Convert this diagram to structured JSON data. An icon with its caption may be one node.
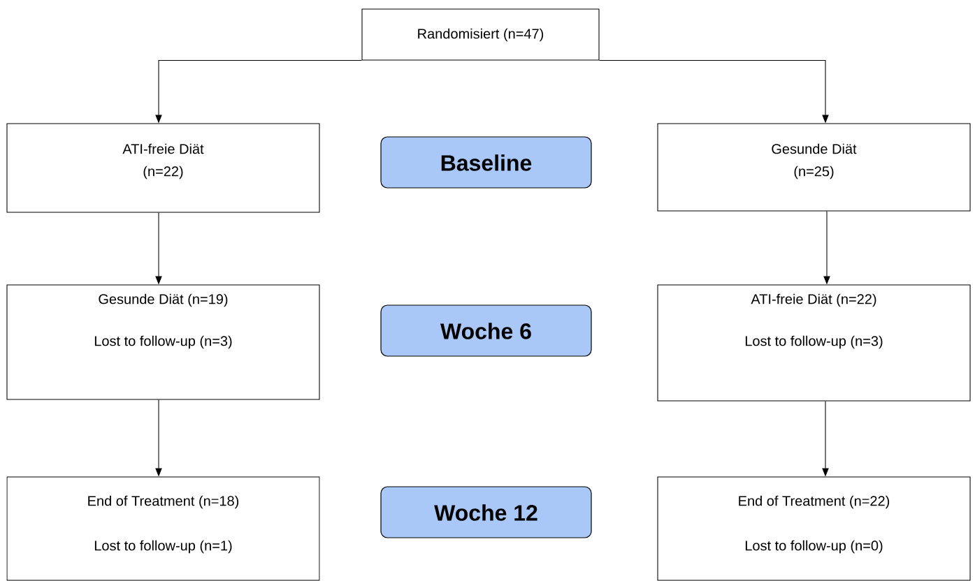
{
  "diagram": {
    "nodes": [
      {
        "text": [
          "Randomisiert (n=47)"
        ]
      },
      {
        "text": [
          "ATI-freie Diät",
          "(n=22)"
        ]
      },
      {
        "text": [
          "Baseline"
        ]
      },
      {
        "text": [
          "Gesunde Diät",
          "(n=25)"
        ]
      },
      {
        "text": [
          "Gesunde Diät (n=19)",
          "Lost to follow-up (n=3)"
        ]
      },
      {
        "text": [
          "Woche 6"
        ]
      },
      {
        "text": [
          "ATI-freie Diät (n=22)",
          "Lost to follow-up (n=3)"
        ]
      },
      {
        "text": [
          "End of Treatment (n=18)",
          "Lost to follow-up (n=1)"
        ]
      },
      {
        "text": [
          "Woche 12"
        ]
      },
      {
        "text": [
          "End of Treatment (n=22)",
          "Lost to follow-up (n=0)"
        ]
      }
    ],
    "edges": [
      {
        "from": 0,
        "to": 1,
        "arrow": "to"
      },
      {
        "from": 0,
        "to": 3,
        "arrow": "to"
      },
      {
        "from": 1,
        "to": 4,
        "arrow": "to"
      },
      {
        "from": 4,
        "to": 7,
        "arrow": "to"
      },
      {
        "from": 3,
        "to": 6,
        "arrow": "to"
      },
      {
        "from": 6,
        "to": 9,
        "arrow": "to"
      }
    ]
  }
}
